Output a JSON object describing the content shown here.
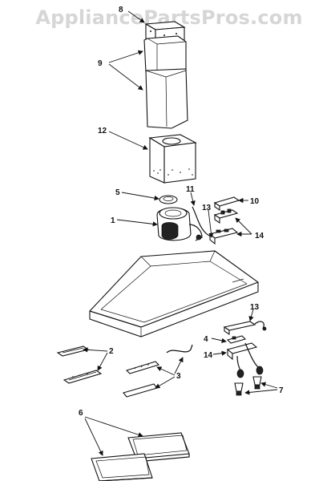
{
  "watermark": "AppliancePartsPros.com",
  "callouts": {
    "c1": "1",
    "c2": "2",
    "c3": "3",
    "c4": "4",
    "c5": "5",
    "c6": "6",
    "c7": "7",
    "c8": "8",
    "c9": "9",
    "c10": "10",
    "c11": "11",
    "c12": "12",
    "c13a": "13",
    "c13b": "13",
    "c14a": "14",
    "c14b": "14"
  }
}
